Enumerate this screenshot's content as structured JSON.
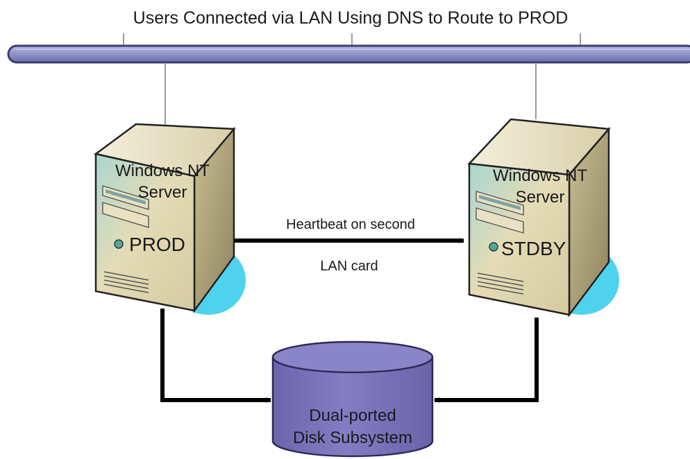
{
  "title": "Users Connected via LAN Using DNS to Route to PROD",
  "servers": [
    {
      "os_line1": "Windows NT",
      "os_line2": "Server",
      "name": "PROD"
    },
    {
      "os_line1": "Windows NT",
      "os_line2": "Server",
      "name": "STDBY"
    }
  ],
  "heartbeat": {
    "line1": "Heartbeat on second",
    "line2": "LAN card"
  },
  "disk": {
    "line1": "Dual-ported",
    "line2": "Disk Subsystem"
  },
  "colors": {
    "lan_bus": "#8d92c9",
    "server_body": "#ddd3aa",
    "server_shadow": "#4fd2ee",
    "disk": "#7d76bd",
    "connector": "#000000"
  }
}
